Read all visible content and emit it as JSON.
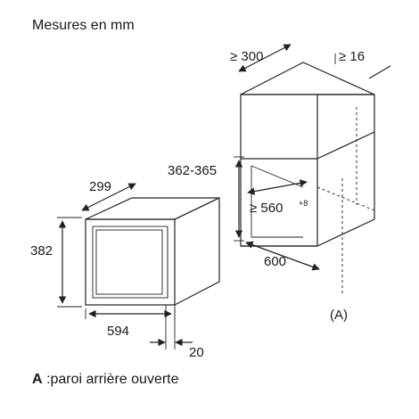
{
  "title": "Mesures en mm",
  "dimensions": {
    "cabinet_depth": "≥ 300",
    "top_gap": "≥ 16",
    "niche_height": "362-365",
    "niche_depth": "≥ 560",
    "niche_depth_sup": "+8",
    "niche_width": "600",
    "rear_marker": "(A)",
    "appliance_depth": "299",
    "appliance_height": "382",
    "appliance_width": "594",
    "front_thickness": "20"
  },
  "legend": {
    "key": "A",
    "text": ":paroi arrière ouverte"
  }
}
